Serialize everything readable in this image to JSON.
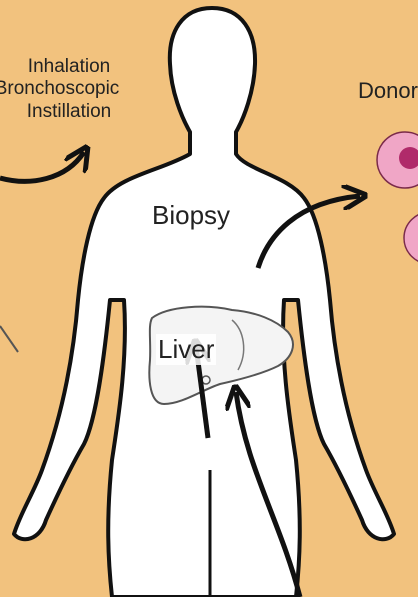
{
  "figure": {
    "route_labels": [
      "Inhalation",
      "Bronchoscopic",
      "Instillation"
    ],
    "donor_label": "Donor",
    "biopsy_label": "Biopsy",
    "liver_label": "Liver",
    "colors": {
      "background": "#f2c27e",
      "body_fill": "#ffffff",
      "outline": "#111111",
      "cell_fill": "#f0a6c6",
      "cell_nucleus": "#b02a6a"
    },
    "icons": [
      "body-silhouette-icon",
      "liver-organ-icon",
      "donor-cell-icon",
      "curved-arrow-icon"
    ]
  }
}
